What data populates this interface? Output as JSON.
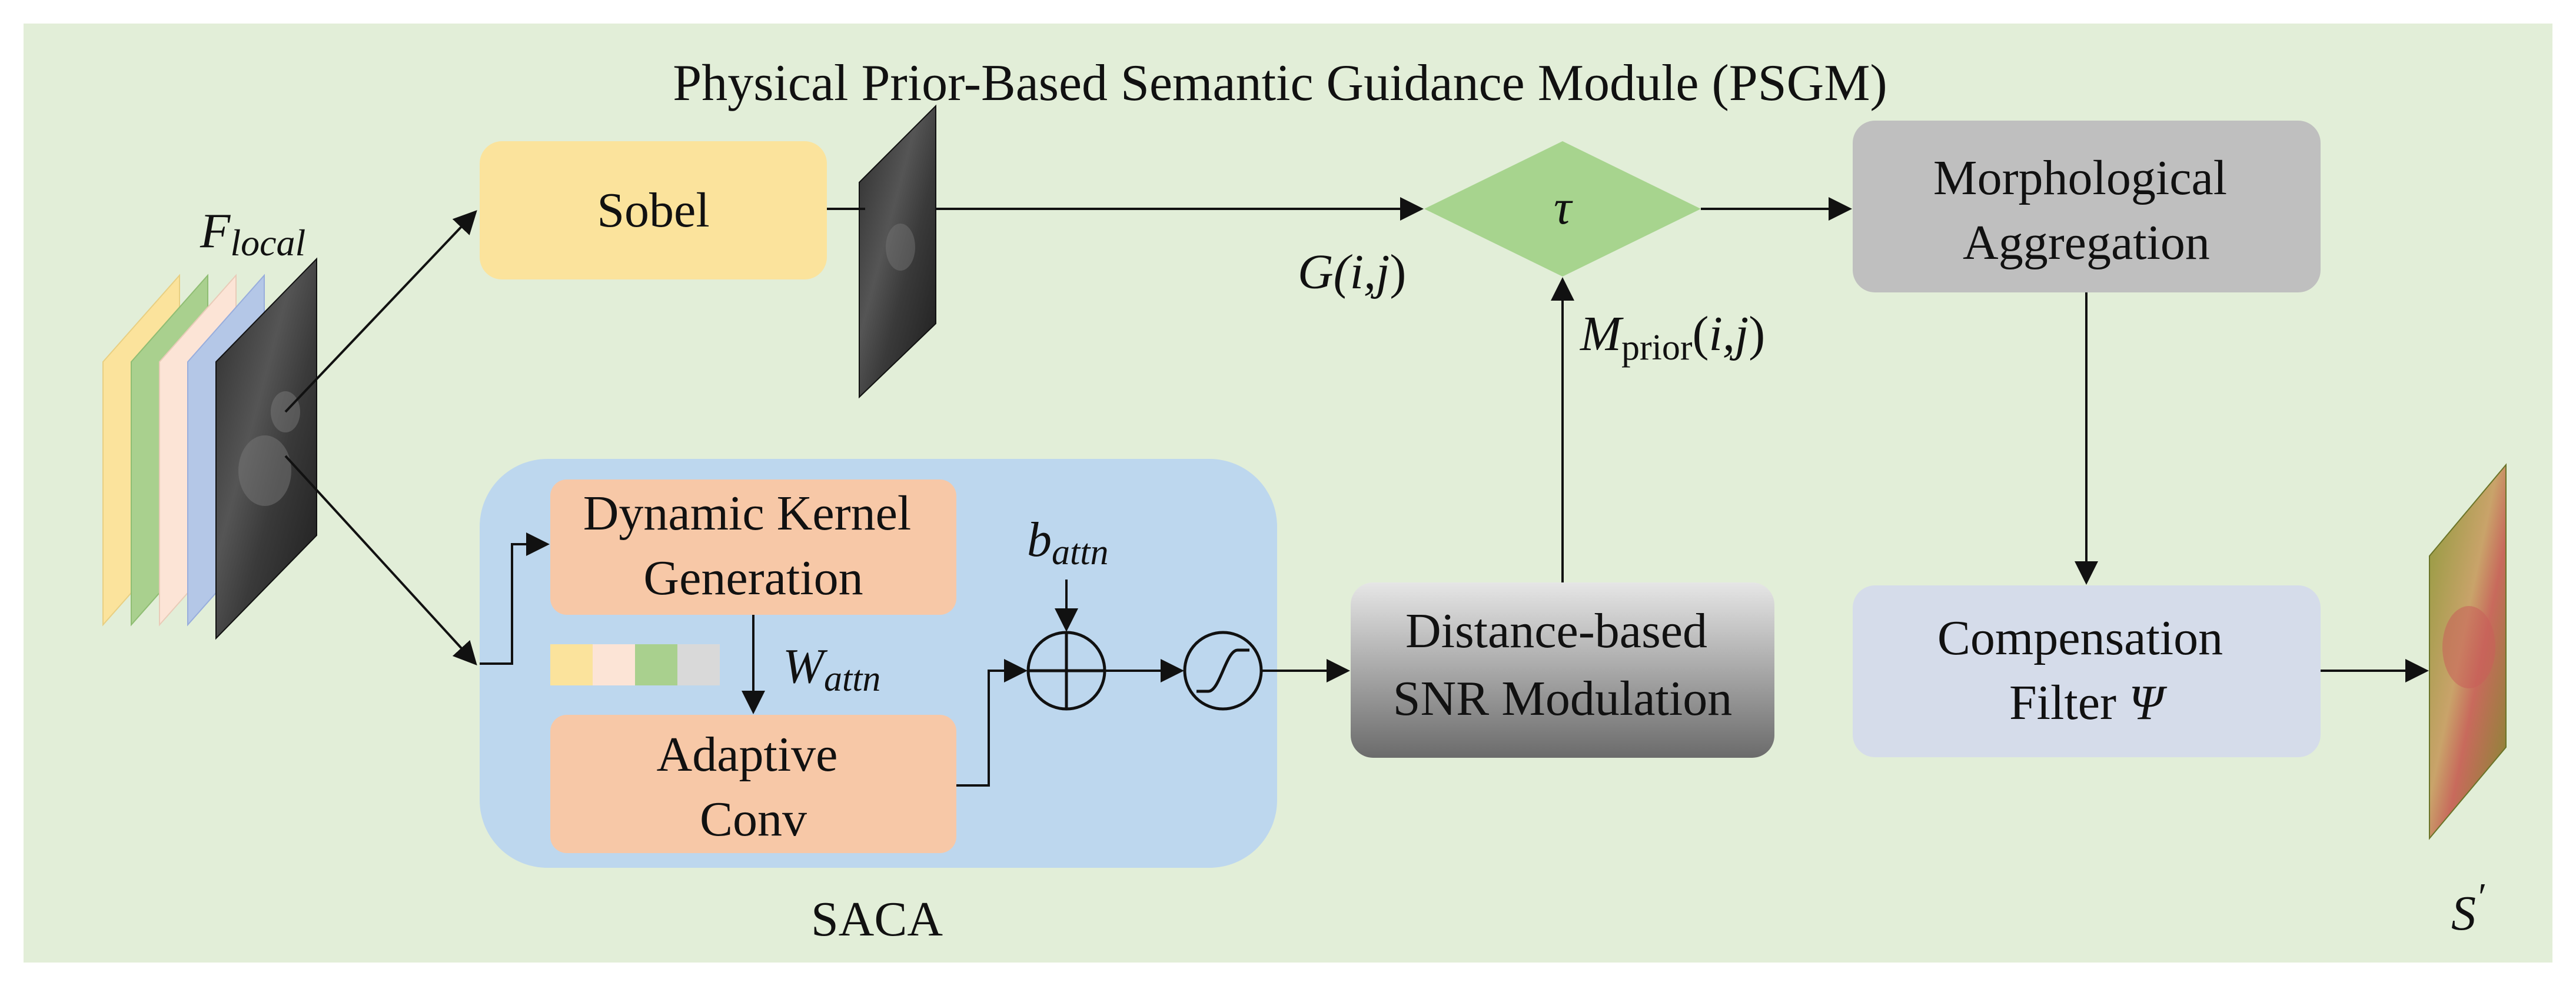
{
  "title": "Physical Prior-Based Semantic Guidance Module (PSGM)",
  "colors": {
    "background": "#e2eed8",
    "sobel_box": "#fbe39c",
    "saca_region": "#bdd7ee",
    "orange_box": "#f7c8a7",
    "diamond": "#a7d48e",
    "gray_box": "#bfbfbf",
    "compensation_box": "#d5dcea",
    "snr_box_top": "#e6e6e6",
    "snr_box_bottom": "#6b6b6b"
  },
  "nodes": {
    "input_label": {
      "base": "F",
      "sub": "local"
    },
    "sobel": "Sobel",
    "dynamic_kernel": [
      "Dynamic Kernel",
      "Generation"
    ],
    "adaptive_conv": [
      "Adaptive",
      "Conv"
    ],
    "saca": "SACA",
    "distance_snr": [
      "Distance-based",
      "SNR Modulation"
    ],
    "threshold": "τ",
    "morphological": [
      "Morphological",
      "Aggregation"
    ],
    "compensation": {
      "line1": "Compensation",
      "line2_prefix": "Filter ",
      "symbol": "Ψ"
    },
    "output_label": {
      "base": "S",
      "prime": "′"
    }
  },
  "edge_labels": {
    "gradient": {
      "open": "G(",
      "ij": "i,j",
      "close": ")"
    },
    "prior": {
      "base": "M",
      "sub": "prior",
      "open": "(",
      "ij": "i,j",
      "close": ")"
    },
    "weight": {
      "base": "W",
      "sub": "attn"
    },
    "bias": {
      "base": "b",
      "sub": "attn"
    }
  },
  "color_strip": [
    "#fbe39c",
    "#fce4d6",
    "#a9d08e",
    "#d9d9d9"
  ]
}
